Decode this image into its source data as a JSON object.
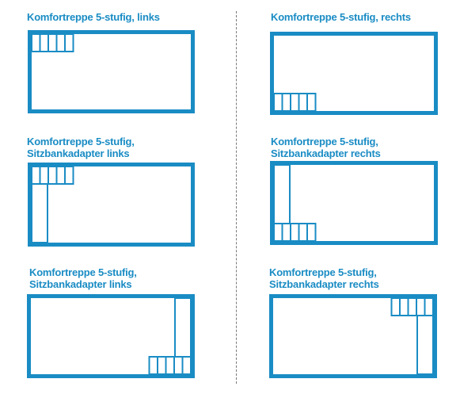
{
  "colors": {
    "accent": "#1a8cc4",
    "divider": "#7a7a7a"
  },
  "stair_steps": 5,
  "diagrams": [
    {
      "lines": [
        "Komfortreppe 5-stufig, links"
      ],
      "stair": "top-left",
      "bench": "none"
    },
    {
      "lines": [
        "Komfortreppe 5-stufig, rechts"
      ],
      "stair": "bottom-left",
      "bench": "none"
    },
    {
      "lines": [
        "Komfortreppe 5-stufig,",
        "Sitzbankadapter links"
      ],
      "stair": "top-left",
      "bench": "left-down"
    },
    {
      "lines": [
        "Komfortreppe 5-stufig,",
        "Sitzbankadapter rechts"
      ],
      "stair": "bottom-left",
      "bench": "left-up"
    },
    {
      "lines": [
        "Komfortreppe 5-stufig,",
        "Sitzbankadapter links"
      ],
      "stair": "bottom-right",
      "bench": "right-up"
    },
    {
      "lines": [
        "Komfortreppe 5-stufig,",
        "Sitzbankadapter rechts"
      ],
      "stair": "top-right",
      "bench": "right-down"
    }
  ]
}
